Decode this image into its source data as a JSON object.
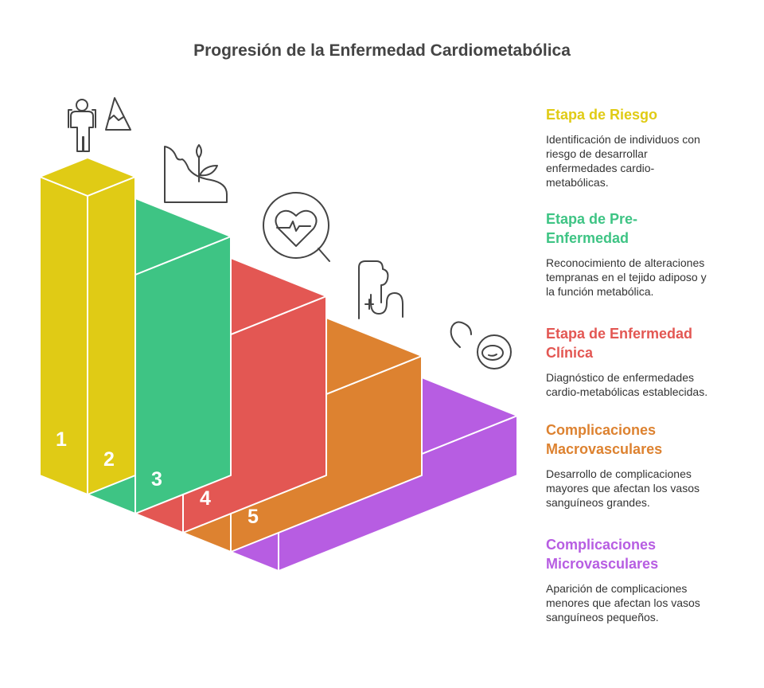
{
  "title": "Progresión de la Enfermedad Cardiometabólica",
  "stages": [
    {
      "number": "1",
      "color": "#E0CB15",
      "icon": "hiker-mountain-icon",
      "title_lines": [
        "Etapa de Riesgo"
      ],
      "desc_lines": [
        "Identificación de individuos con",
        "riesgo de desarrollar",
        "enfermedades cardio-",
        "metabólicas."
      ]
    },
    {
      "number": "2",
      "color": "#3EC484",
      "icon": "plant-growth-icon",
      "title_lines": [
        "Etapa de Pre-",
        "Enfermedad"
      ],
      "desc_lines": [
        "Reconocimiento de alteraciones",
        "tempranas en el tejido adiposo y",
        "la función metabólica."
      ]
    },
    {
      "number": "3",
      "color": "#E35753",
      "icon": "heart-magnifier-icon",
      "title_lines": [
        "Etapa de Enfermedad",
        "Clínica"
      ],
      "desc_lines": [
        "Diagnóstico de enfermedades",
        "cardio-metabólicas establecidas."
      ]
    },
    {
      "number": "4",
      "color": "#DD8230",
      "icon": "blood-vessel-icon",
      "title_lines": [
        "Complicaciones",
        "Macrovasculares"
      ],
      "desc_lines": [
        "Desarrollo de complicaciones",
        "mayores que afectan los vasos",
        "sanguíneos grandes."
      ]
    },
    {
      "number": "5",
      "color": "#B75DE2",
      "icon": "blood-cell-drop-icon",
      "title_lines": [
        "Complicaciones",
        "Microvasculares"
      ],
      "desc_lines": [
        "Aparición de complicaciones",
        "menores que afectan los vasos",
        "sanguíneos pequeños."
      ]
    }
  ]
}
